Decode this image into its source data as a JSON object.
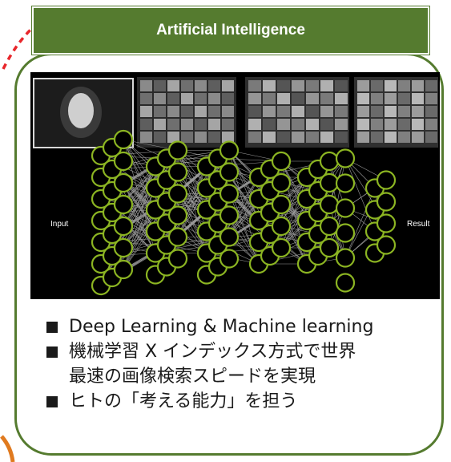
{
  "header": {
    "title": "Artificial Intelligence"
  },
  "diagram": {
    "input_label": "Input",
    "result_label": "Result",
    "colors": {
      "node": "#8cb522",
      "edge": "#9a9a9a",
      "frame": "#557b2f",
      "title_bg": "#557b2f",
      "connector": "#e8262b"
    }
  },
  "bullets": [
    {
      "lines": [
        "Deep Learning & Machine learning"
      ]
    },
    {
      "lines": [
        "機械学習 X インデックス方式で世界",
        "最速の画像検索スピードを実現"
      ]
    },
    {
      "lines": [
        "ヒトの「考える能力」を担う"
      ]
    }
  ]
}
